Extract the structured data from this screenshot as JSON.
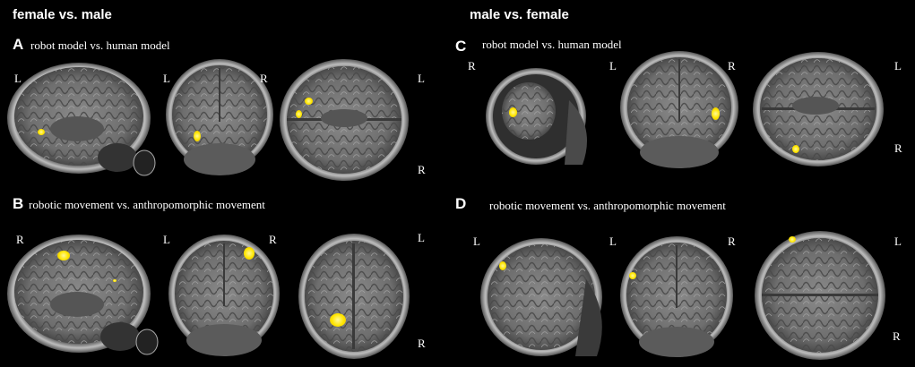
{
  "headings": {
    "left": "female vs. male",
    "right": "male vs. female"
  },
  "panels": {
    "A": {
      "letter": "A",
      "title": "robot model vs. human model"
    },
    "B": {
      "letter": "B",
      "title": "robotic movement vs. anthropomorphic movement"
    },
    "C": {
      "letter": "C",
      "title": "robot model vs. human model"
    },
    "D": {
      "letter": "D",
      "title": "robotic movement vs. anthropomorphic movement"
    }
  },
  "orientation": {
    "left": "L",
    "right": "R"
  },
  "colors": {
    "background": "#000000",
    "activation": "#ffe600",
    "text": "#ffffff"
  }
}
